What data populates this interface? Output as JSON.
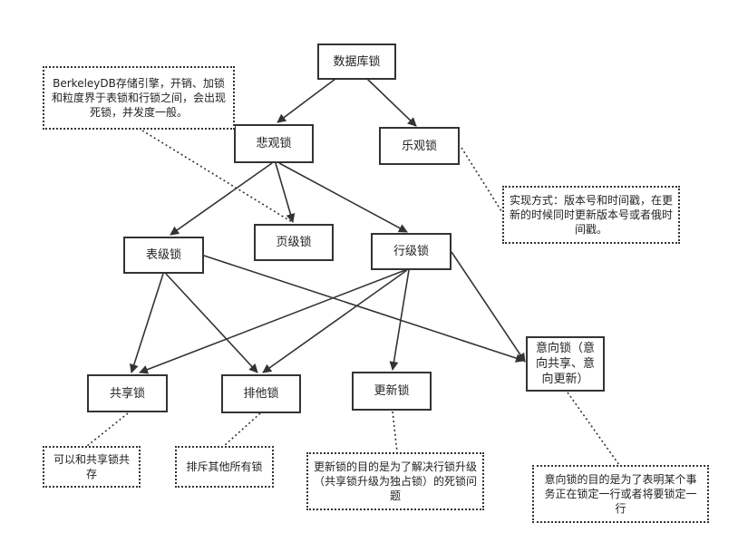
{
  "nodes": {
    "db_lock": "数据库锁",
    "pessimistic": "悲观锁",
    "optimistic": "乐观锁",
    "table_lock": "表级锁",
    "page_lock": "页级锁",
    "row_lock": "行级锁",
    "shared": "共享锁",
    "exclusive": "排他锁",
    "update": "更新锁",
    "intent": "意向锁（意向共享、意向更新）"
  },
  "notes": {
    "berkeley": "BerkeleyDB存储引擎，开销、加锁和粒度界于表锁和行锁之间，会出现死锁，并发度一般。",
    "optimistic_impl": "实现方式：版本号和时间戳，在更新的时候同时更新版本号或者俄时间戳。",
    "shared_note": "可以和共享锁共存",
    "exclusive_note": "排斥其他所有锁",
    "update_note": "更新锁的目的是为了解决行锁升级（共享锁升级为独占锁）的死锁问题",
    "intent_note": "意向锁的目的是为了表明某个事务正在锁定一行或者将要锁定一行"
  }
}
